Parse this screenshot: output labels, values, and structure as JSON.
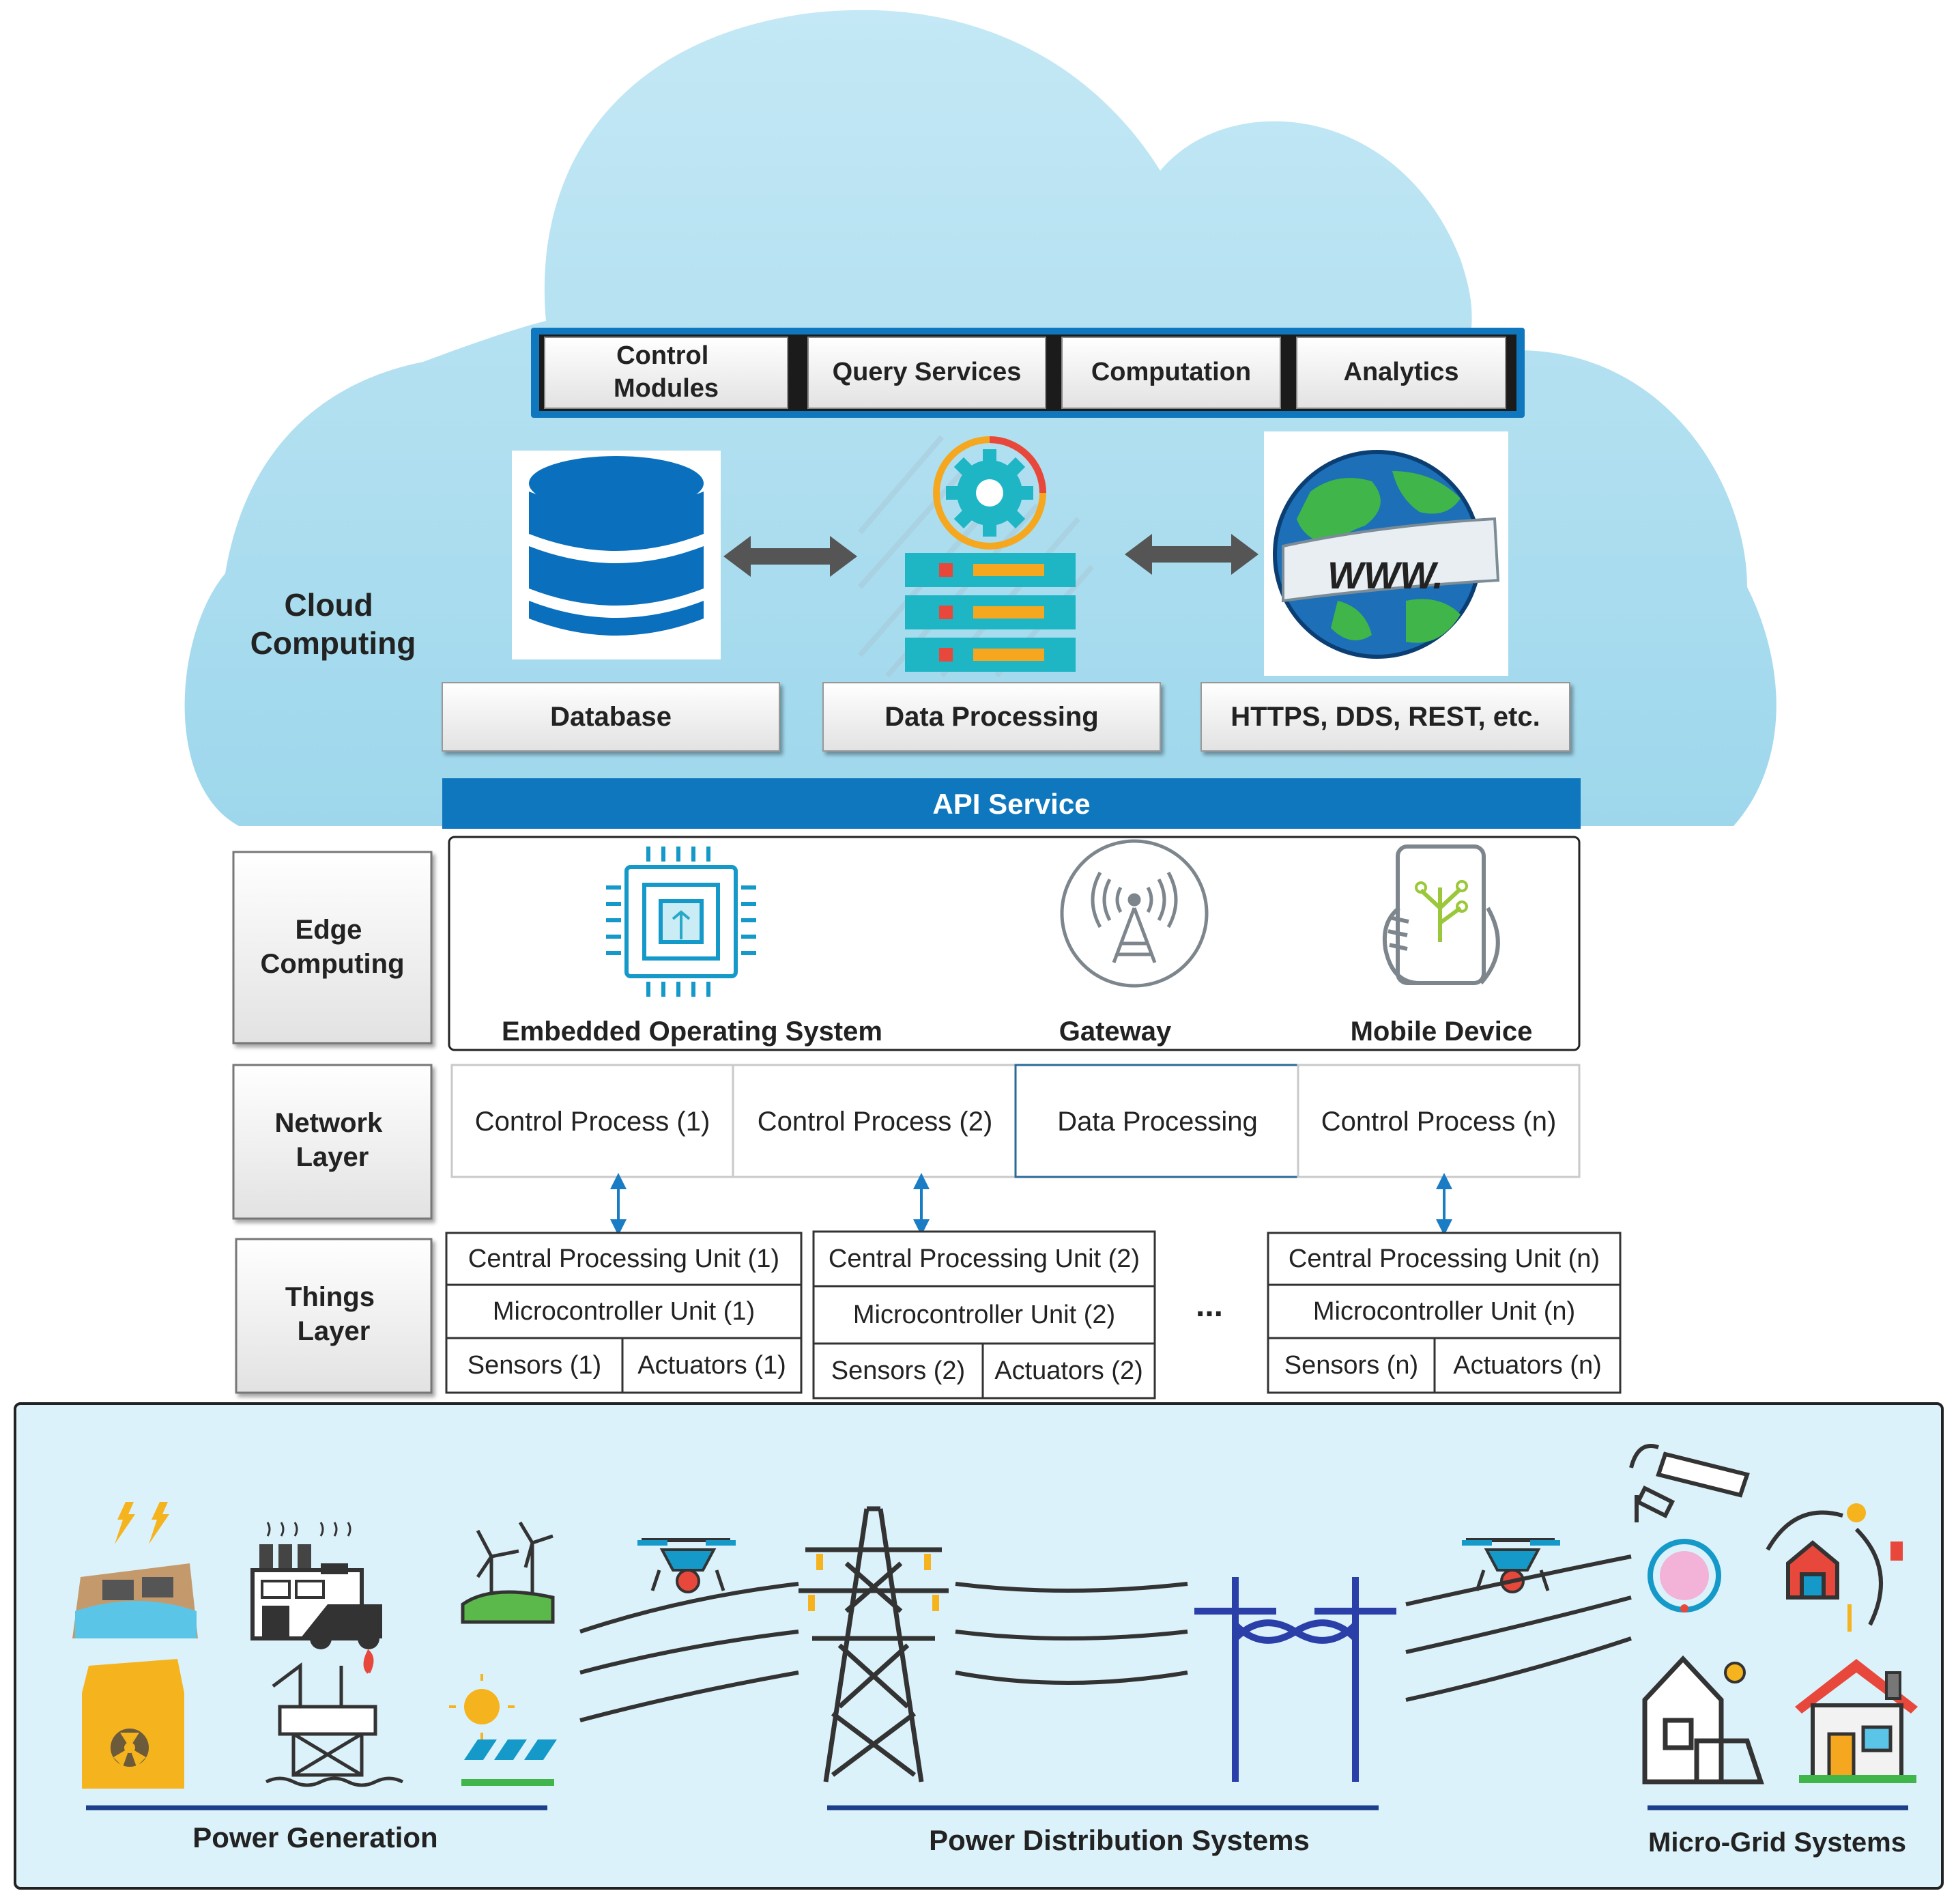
{
  "cloud": {
    "label_line1": "Cloud",
    "label_line2": "Computing",
    "services": {
      "control_modules_line1": "Control",
      "control_modules_line2": "Modules",
      "query_services": "Query Services",
      "computation": "Computation",
      "analytics": "Analytics"
    },
    "database": "Database",
    "data_processing": "Data Processing",
    "protocols": "HTTPS, DDS, REST, etc.",
    "globe_text": "WWW.",
    "api_service": "API Service"
  },
  "edge": {
    "label_line1": "Edge",
    "label_line2": "Computing",
    "embedded_os": "Embedded Operating System",
    "gateway": "Gateway",
    "mobile_device": "Mobile Device"
  },
  "network": {
    "label_line1": "Network",
    "label_line2": "Layer",
    "cells": [
      "Control Process (1)",
      "Control Process (2)",
      "Data Processing",
      "Control Process (n)"
    ]
  },
  "things": {
    "label_line1": "Things",
    "label_line2": "Layer",
    "ellipsis": "...",
    "groups": [
      {
        "cpu": "Central Processing Unit (1)",
        "mcu": "Microcontroller Unit (1)",
        "sensors": "Sensors (1)",
        "actuators": "Actuators (1)"
      },
      {
        "cpu": "Central Processing Unit (2)",
        "mcu": "Microcontroller Unit (2)",
        "sensors": "Sensors (2)",
        "actuators": "Actuators (2)"
      },
      {
        "cpu": "Central Processing Unit (n)",
        "mcu": "Microcontroller Unit (n)",
        "sensors": "Sensors (n)",
        "actuators": "Actuators (n)"
      }
    ]
  },
  "bottom": {
    "power_generation": "Power Generation",
    "power_distribution": "Power Distribution Systems",
    "micro_grid": "Micro-Grid Systems"
  },
  "colors": {
    "cloud": "#a8dcef",
    "api_bar": "#0f77bd",
    "services_frame": "#0f77bd",
    "bottom_panel": "#dcf2fa",
    "accent_teal": "#1eb5c5",
    "tower_blue": "#2a3fa8"
  }
}
